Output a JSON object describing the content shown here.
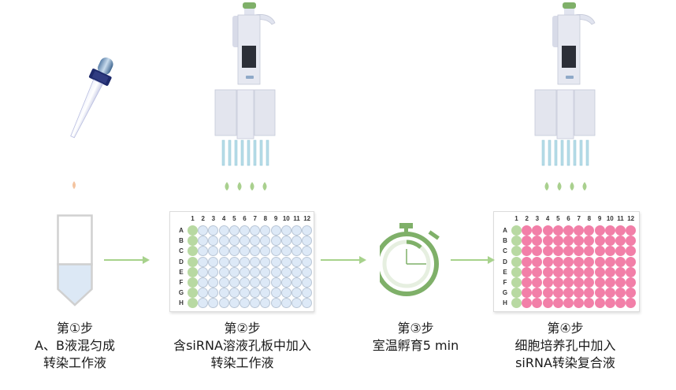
{
  "steps": [
    {
      "title": "第①步",
      "lines": [
        "A、B液混匀成",
        "转染工作液"
      ]
    },
    {
      "title": "第②步",
      "lines": [
        "含siRNA溶液孔板中加入",
        "转染工作液"
      ]
    },
    {
      "title": "第③步",
      "lines": [
        "室温孵育5 min"
      ]
    },
    {
      "title": "第④步",
      "lines": [
        "细胞培养孔中加入",
        "siRNA转染复合液"
      ]
    }
  ],
  "plate": {
    "columns": [
      "1",
      "2",
      "3",
      "4",
      "5",
      "6",
      "7",
      "8",
      "9",
      "10",
      "11",
      "12"
    ],
    "rows": [
      "A",
      "B",
      "C",
      "D",
      "E",
      "F",
      "G",
      "H"
    ]
  },
  "plate_states": {
    "step2": {
      "col1": "control-green",
      "others": "empty-blue"
    },
    "step4": {
      "col1": "control-green",
      "others": "filled-pink"
    }
  },
  "colors": {
    "control_well": "#b8d9a2",
    "empty_well": "#dde9f7",
    "filled_well": "#f27fa8",
    "arrow": "#a7d28c",
    "timer": "#7fb069",
    "drop_green": "#a9d08e",
    "drop_orange": "#f4c4a0",
    "tube_liquid": "#dce8f5"
  },
  "icons": {
    "dropper": "dropper-icon",
    "pipette": "multichannel-pipette-icon",
    "tube": "centrifuge-tube-icon",
    "timer": "stopwatch-icon"
  }
}
